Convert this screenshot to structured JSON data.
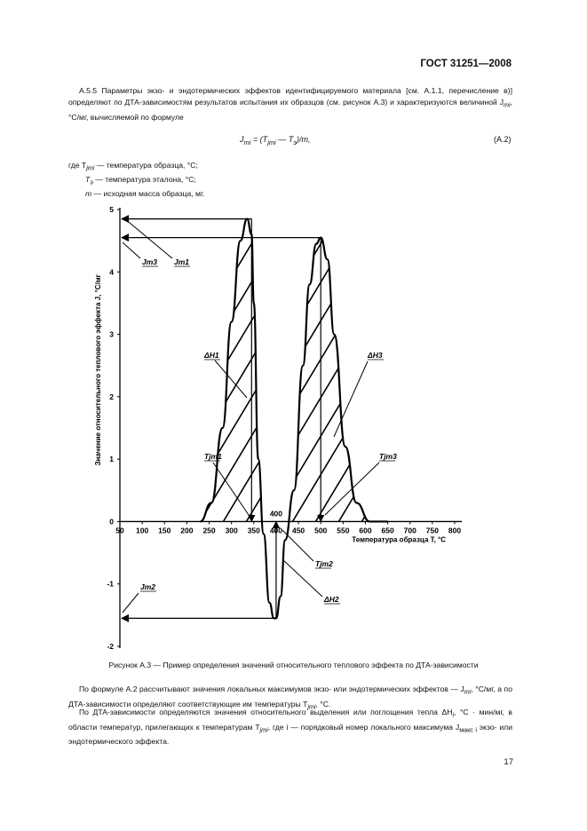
{
  "header": {
    "standard": "ГОСТ 31251—2008"
  },
  "section": {
    "para1": "А.5.5 Параметры экзо- и эндотермических эффектов идентифицируемого материала [см. А.1.1, перечисление в)] определяют по ДТА-зависимостям результатов испытания их образцов (см. рисунок А.3) и характеризуются величиной J",
    "para1_sub": "mi",
    "para1_tail": ", °С/мг, вычисляемой по формуле"
  },
  "formula": {
    "text": "J",
    "sub": "mi",
    "rest": " = (T",
    "sub2": "jmi",
    "rest2": " — T",
    "sub3": "э",
    "rest3": ")/m,",
    "number": "(А.2)"
  },
  "where": {
    "line1_prefix": "где T",
    "line1_sub": "jmi",
    "line1_text": " — температура образца, °С;",
    "line2_prefix": "T",
    "line2_sub": "э",
    "line2_text": " — температура эталона, °С;",
    "line3_prefix": "m",
    "line3_text": " — исходная масса образца, мг."
  },
  "chart_data": {
    "type": "line",
    "xlabel": "Температура образца T, °С",
    "ylabel": "Значение относительного теплового эффекта J, °С/мг",
    "x_ticks": [
      "50",
      "100",
      "150",
      "200",
      "250",
      "300",
      "350",
      "400",
      "450",
      "500",
      "550",
      "600",
      "650",
      "700",
      "750",
      "800"
    ],
    "y_ticks": [
      "5",
      "4",
      "3",
      "2",
      "1",
      "0",
      "-1",
      "-2"
    ],
    "xlim": [
      50,
      800
    ],
    "ylim": [
      -2,
      5
    ],
    "peak_label": "400",
    "annotations": [
      "Jm3",
      "Jm1",
      "ΔH1",
      "ΔH3",
      "Tjm1",
      "Tjm3",
      "Jm2",
      "Tjm2",
      "ΔH2"
    ],
    "curve": {
      "x": [
        230,
        255,
        280,
        300,
        320,
        335,
        345,
        350,
        360,
        372,
        385,
        395,
        400,
        410,
        420,
        440,
        460,
        475,
        490,
        500,
        515,
        530,
        555,
        580,
        610,
        635,
        650
      ],
      "y": [
        0,
        0.3,
        1.5,
        3.2,
        4.5,
        4.85,
        4.6,
        3.5,
        1.0,
        -0.2,
        -1.3,
        -1.55,
        -1.55,
        -1.2,
        -0.3,
        0.5,
        2.5,
        3.8,
        4.45,
        4.55,
        4.2,
        3.0,
        1.2,
        0.3,
        0,
        0,
        0
      ]
    },
    "peaks": [
      {
        "name": "Jm1",
        "x": 345,
        "y": 4.85
      },
      {
        "name": "Jm2",
        "x": 400,
        "y": -1.55
      },
      {
        "name": "Jm3",
        "x": 500,
        "y": 4.55
      }
    ]
  },
  "caption": "Рисунок А.3 — Пример определения значений относительного теплового эффекта по ДТА-зависимости",
  "para2": {
    "line1": "По формуле А.2 рассчитывают значения локальных максимумов экзо- или эндотермических эффектов — J",
    "sub1": "mi",
    "line1b": ", °С/мг, а по ДТА-зависимости определяют соответствующие им температуры T",
    "sub2": "jmi",
    "line1c": ", °С."
  },
  "para3": {
    "text": "По ДТА-зависимости определяются значения относительного выделения или поглощения тепла ΔH",
    "sub1": "i",
    "text2": ", °С · мин/мг, в области температур, прилегающих к температурам T",
    "sub2": "jmi",
    "text3": ", где i — порядковый номер локального максимума J",
    "sub3": "макс i",
    "text4": " экзо- или эндотермического эффекта."
  },
  "page_number": "17"
}
